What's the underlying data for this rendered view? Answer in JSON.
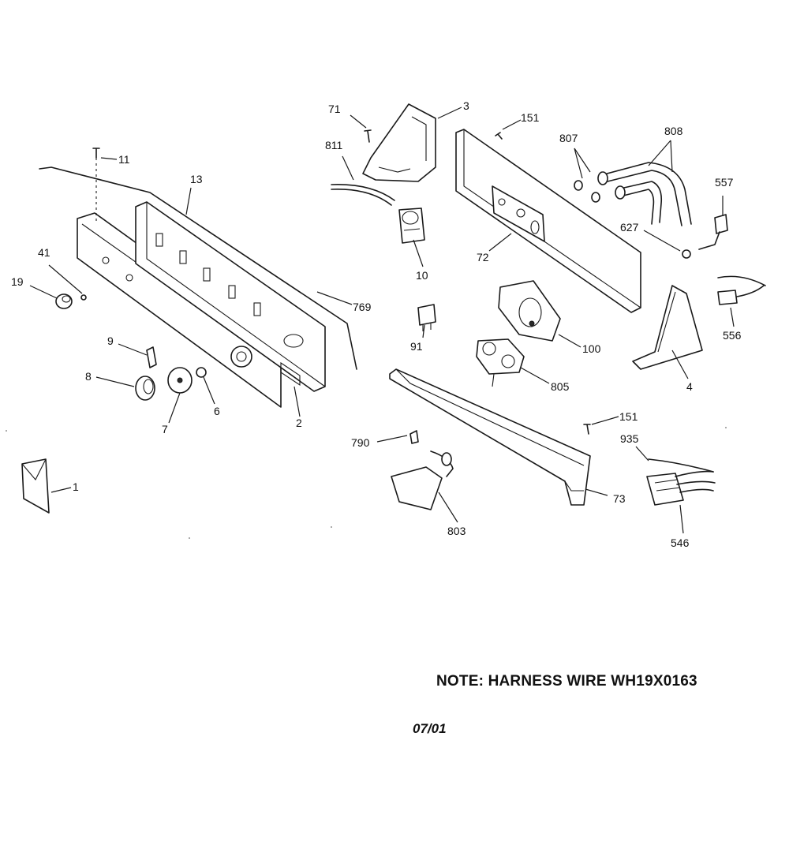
{
  "note": "NOTE: HARNESS WIRE WH19X0163",
  "date": "07/01",
  "callouts": {
    "c1": "1",
    "c2": "2",
    "c3": "3",
    "c4": "4",
    "c6": "6",
    "c7": "7",
    "c8": "8",
    "c9": "9",
    "c10": "10",
    "c11": "11",
    "c13": "13",
    "c19": "19",
    "c41": "41",
    "c71": "71",
    "c72": "72",
    "c73": "73",
    "c91": "91",
    "c100": "100",
    "c151a": "151",
    "c151b": "151",
    "c546": "546",
    "c556": "556",
    "c557": "557",
    "c627": "627",
    "c769": "769",
    "c790": "790",
    "c803": "803",
    "c805": "805",
    "c807": "807",
    "c808": "808",
    "c811": "811",
    "c935": "935"
  }
}
